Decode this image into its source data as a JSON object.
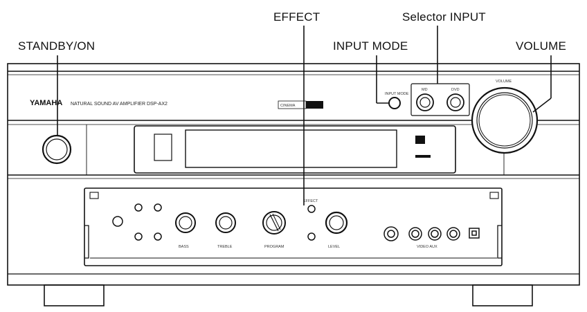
{
  "callouts": {
    "standby": "STANDBY/ON",
    "effect": "EFFECT",
    "input_mode": "INPUT MODE",
    "selector_input": "Selector INPUT",
    "volume": "VOLUME"
  },
  "panel": {
    "brand": "YAMAHA",
    "model": "NATURAL SOUND AV AMPLIFIER DSP-AX2",
    "cinema_badge": "CINEMA",
    "input_mode_label": "INPUT MODE",
    "volume_label": "VOLUME",
    "md_label": "MD",
    "dvd_label": "DVD",
    "bass_label": "BASS",
    "treble_label": "TREBLE",
    "program_label": "PROGRAM",
    "level_label": "LEVEL",
    "effect_label": "EFFECT",
    "video_aux_label": "VIDEO AUX"
  }
}
